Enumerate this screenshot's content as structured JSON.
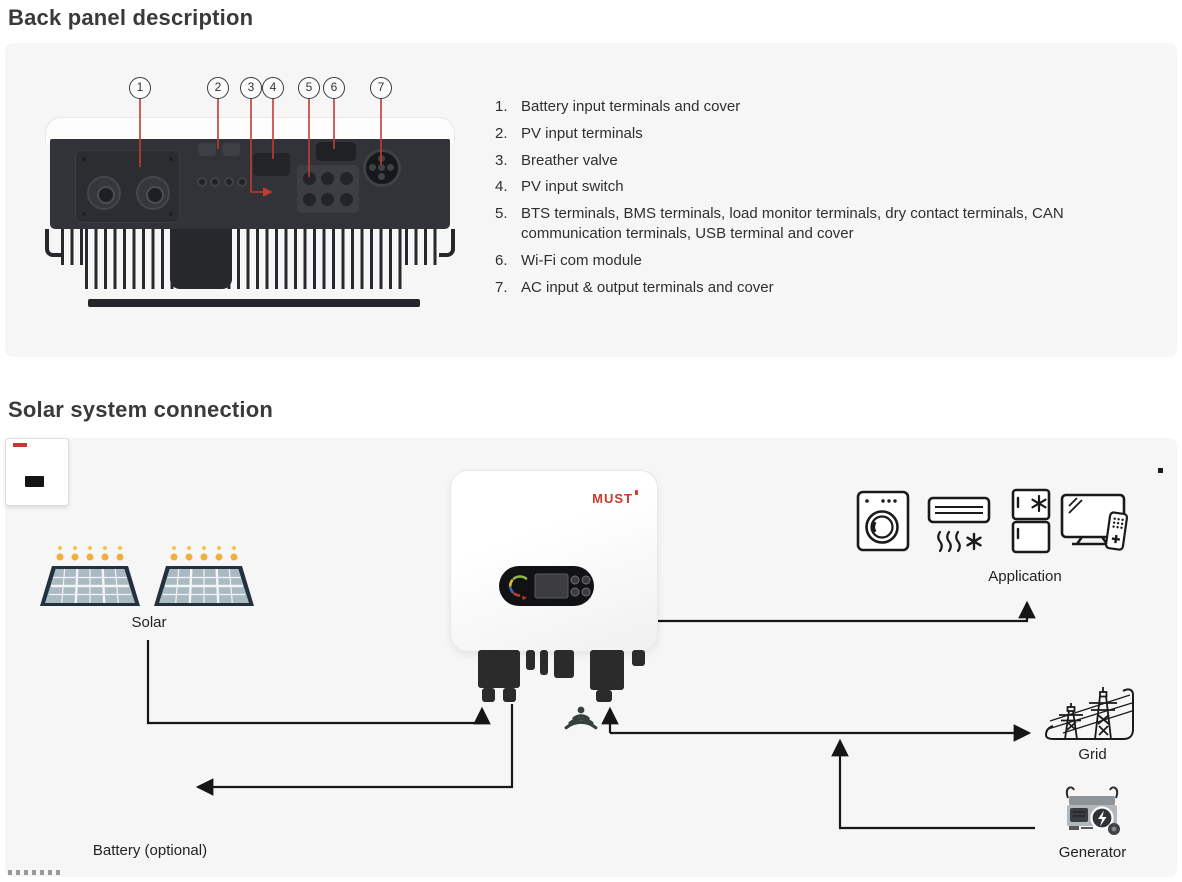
{
  "headings": {
    "back_panel": "Back panel description",
    "solar_system": "Solar system connection"
  },
  "back_panel": {
    "callouts": [
      "1",
      "2",
      "3",
      "4",
      "5",
      "6",
      "7"
    ],
    "legend": [
      {
        "num": "1.",
        "text": "Battery input terminals and cover"
      },
      {
        "num": "2.",
        "text": "PV input terminals"
      },
      {
        "num": "3.",
        "text": "Breather valve"
      },
      {
        "num": "4.",
        "text": "PV input switch"
      },
      {
        "num": "5.",
        "text": "BTS terminals, BMS terminals, load monitor terminals, dry contact terminals, CAN communication terminals, USB terminal and cover"
      },
      {
        "num": "6.",
        "text": "Wi-Fi com module"
      },
      {
        "num": "7.",
        "text": "AC input & output terminals and cover"
      }
    ]
  },
  "solar_system": {
    "inverter_brand": "MUST",
    "labels": {
      "solar": "Solar",
      "application": "Application",
      "grid": "Grid",
      "generator": "Generator",
      "battery": "Battery (optional)"
    },
    "icons": [
      "solar-panel-icon",
      "inverter-image",
      "wifi-signal-icon",
      "washing-machine-icon",
      "air-conditioner-icon",
      "refrigerator-icon",
      "tv-remote-icon",
      "power-grid-icon",
      "generator-icon",
      "battery-icon"
    ]
  },
  "colors": {
    "accent_red": "#c23b2e",
    "connection_line": "#161616",
    "panel_dark": "#313338",
    "section_bg": "#f6f6f7"
  }
}
